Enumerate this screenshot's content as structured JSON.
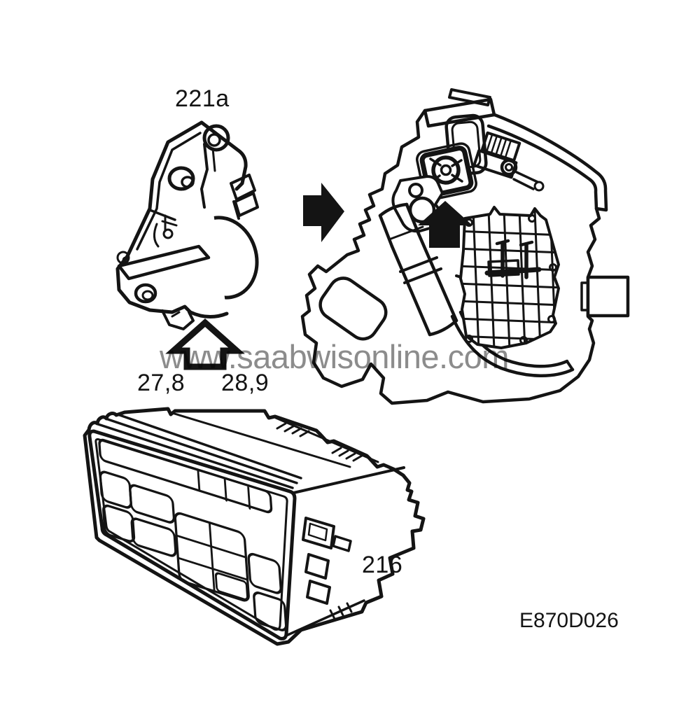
{
  "figure": {
    "type": "technical-illustration",
    "code": "E870D026",
    "watermark": "www.saabwisonline.com",
    "callouts": {
      "actuator_motor": "221a",
      "torque_left": "27,8",
      "torque_right": "28,9",
      "control_panel": "216"
    },
    "colors": {
      "line": "#141414",
      "watermark_gray": "#8c8c8c",
      "background": "#ffffff",
      "arrow_fill": "#141414"
    }
  }
}
